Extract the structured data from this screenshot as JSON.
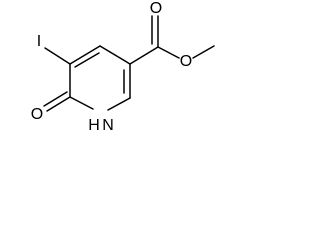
{
  "structure": {
    "atoms": {
      "iodine": "I",
      "ketone_oxygen": "O",
      "ring_nitrogen": "N",
      "ring_nitrogen_hydrogen": "H",
      "carbonyl_oxygen": "O",
      "ester_oxygen": "O"
    },
    "colors": {
      "bond": "#000000",
      "label": "#000000",
      "background": "#ffffff"
    }
  }
}
